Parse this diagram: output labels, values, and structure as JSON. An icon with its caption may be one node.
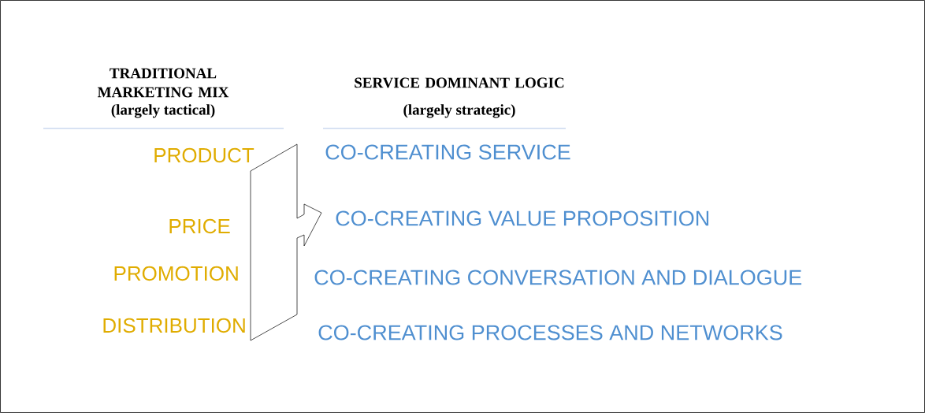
{
  "diagram": {
    "labels": [
      "TRADITIONAL MARKETING MIX",
      "(largely tactical)",
      "SERVICE DOMINANT LOGIC",
      "(largely strategic)",
      "PRODUCT",
      "CO-CREATING SERVICE",
      "CO-CREATING VALUE PROPOSITION",
      "PRICE",
      "PROMOTION",
      "CO-CREATING CONVERSATION AND DIALOGUE",
      "DISTRIBUTION",
      "CO-CREATING PROCESSES AND NETWORKS"
    ]
  }
}
